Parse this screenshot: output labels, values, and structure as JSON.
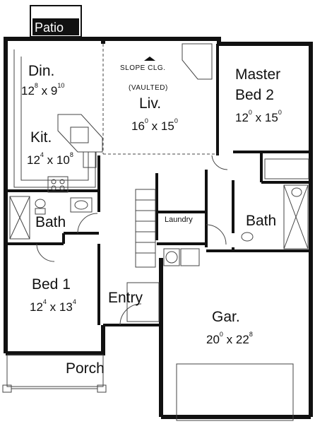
{
  "patio": {
    "label": "Patio"
  },
  "rooms": {
    "dining": {
      "name": "Din.",
      "w": "12",
      "w_in": "8",
      "d": "9",
      "d_in": "10"
    },
    "kitchen": {
      "name": "Kit.",
      "w": "12",
      "w_in": "4",
      "d": "10",
      "d_in": "8"
    },
    "living": {
      "note1": "SLOPE CLG.",
      "note2": "(VAULTED)",
      "name": "Liv.",
      "w": "16",
      "w_in": "0",
      "d": "15",
      "d_in": "0"
    },
    "master": {
      "name1": "Master",
      "name2": "Bed 2",
      "w": "12",
      "w_in": "0",
      "d": "15",
      "d_in": "0"
    },
    "bath_left": {
      "name": "Bath"
    },
    "bath_right": {
      "name": "Bath"
    },
    "laundry": {
      "name": "Laundry"
    },
    "bed1": {
      "name": "Bed 1",
      "w": "12",
      "w_in": "4",
      "d": "13",
      "d_in": "4"
    },
    "entry": {
      "name": "Entry"
    },
    "garage": {
      "name": "Gar.",
      "w": "20",
      "w_in": "0",
      "d": "22",
      "d_in": "8"
    },
    "porch": {
      "name": "Porch"
    }
  },
  "dim_sep": "x",
  "colors": {
    "wall": "#111111",
    "background": "#ffffff",
    "thin_line": "#444444"
  }
}
